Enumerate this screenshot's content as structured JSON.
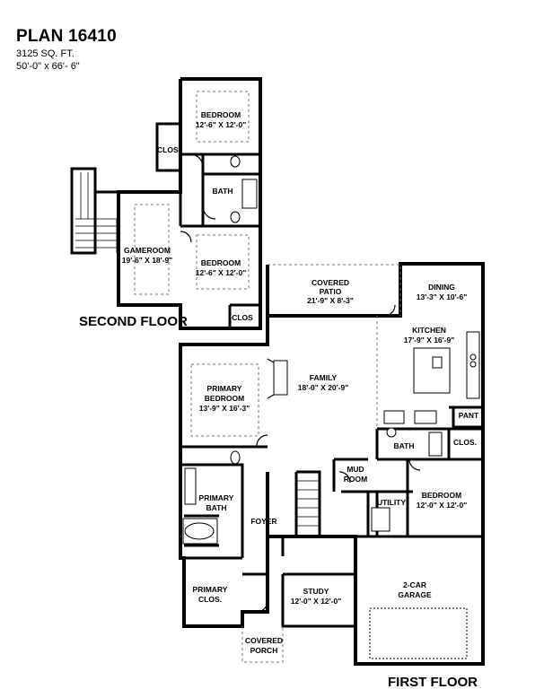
{
  "plan": {
    "title": "PLAN 16410",
    "sqft": "3125 SQ. FT.",
    "dimensions": "50'-0\" x 66'- 6\""
  },
  "floors": {
    "second": "SECOND FLOOR",
    "first": "FIRST FLOOR"
  },
  "rooms": {
    "bedroom_up_top": {
      "name": "BEDROOM",
      "size": "12'-6\" X 12'-0\""
    },
    "clos_up_top": {
      "name": "CLOS."
    },
    "bath_up": {
      "name": "BATH"
    },
    "gameroom": {
      "name": "GAMEROOM",
      "size": "19'-6\" X 18'-9\""
    },
    "bedroom_up_bottom": {
      "name": "BEDROOM",
      "size": "12'-6\" X 12'-0\""
    },
    "clos_up_bottom": {
      "name": "CLOS"
    },
    "covered_patio": {
      "name": "COVERED",
      "name2": "PATIO",
      "size": "21'-9\" X 8'-3\""
    },
    "dining": {
      "name": "DINING",
      "size": "13'-3\" X 10'-6\""
    },
    "kitchen": {
      "name": "KITCHEN",
      "size": "17'-9\" X 16'-9\""
    },
    "family": {
      "name": "FAMILY",
      "size": "18'-0\" X 20'-9\""
    },
    "primary_bedroom": {
      "name": "PRIMARY",
      "name2": "BEDROOM",
      "size": "13'-9\" X 16'-3\""
    },
    "pant": {
      "name": "PANT"
    },
    "bath_down": {
      "name": "BATH"
    },
    "clos_down": {
      "name": "CLOS."
    },
    "mud_room": {
      "name": "MUD",
      "name2": "ROOM"
    },
    "utility": {
      "name": "UTILITY"
    },
    "bedroom_down": {
      "name": "BEDROOM",
      "size": "12'-0\" X 12'-0\""
    },
    "primary_bath": {
      "name": "PRIMARY",
      "name2": "BATH"
    },
    "foyer": {
      "name": "FOYER"
    },
    "primary_clos": {
      "name": "PRIMARY",
      "name2": "CLOS."
    },
    "study": {
      "name": "STUDY",
      "size": "12'-0\" X 12'-0\""
    },
    "garage": {
      "name": "2-CAR",
      "name2": "GARAGE"
    },
    "covered_porch": {
      "name": "COVERED",
      "name2": "PORCH"
    }
  }
}
